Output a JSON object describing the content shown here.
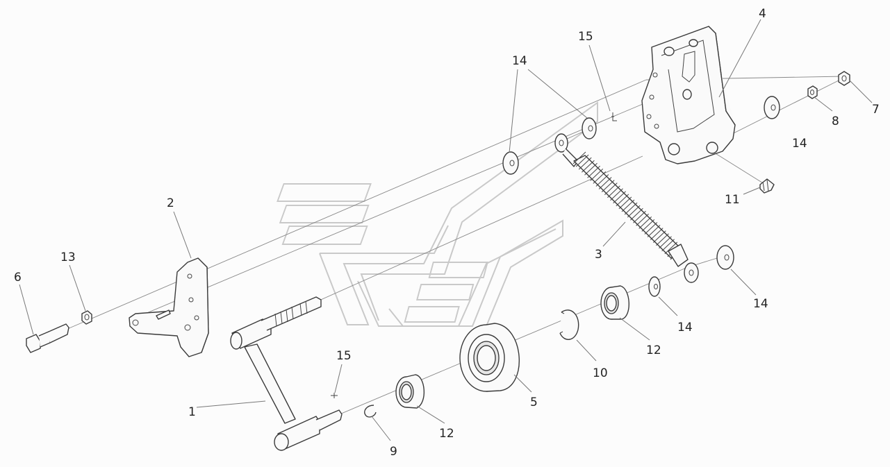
{
  "callouts": {
    "c1": "1",
    "c2": "2",
    "c3": "3",
    "c4": "4",
    "c5": "5",
    "c6": "6",
    "c7": "7",
    "c8": "8",
    "c9": "9",
    "c10": "10",
    "c11": "11",
    "c12a": "12",
    "c12b": "12",
    "c13": "13",
    "c14a": "14",
    "c14b": "14",
    "c14c": "14",
    "c14d": "14",
    "c15a": "15",
    "c15b": "15"
  },
  "colors": {
    "line": "#3a3a3a",
    "leader": "#777777",
    "watermark": "#c9c9c9",
    "background": "#fcfcfc"
  }
}
